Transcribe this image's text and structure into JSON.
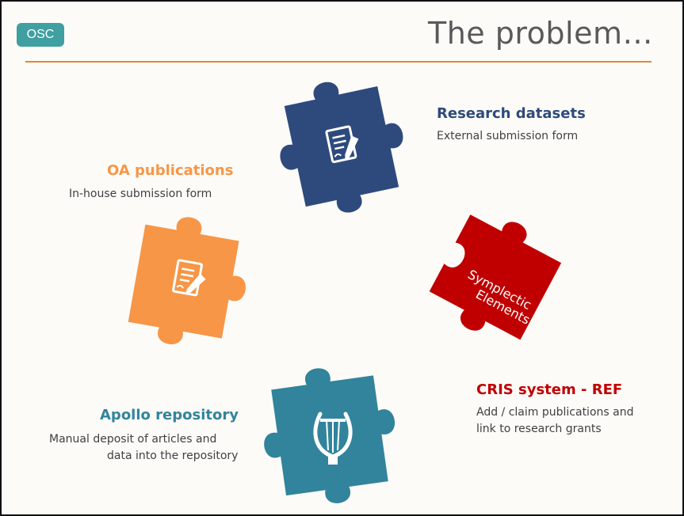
{
  "header": {
    "badge": "OSC",
    "title": "The problem…"
  },
  "pieces": {
    "research_datasets": {
      "heading": "Research datasets",
      "description": "External submission form",
      "color": "#2e4a7d"
    },
    "oa_publications": {
      "heading": "OA publications",
      "description": "In-house submission form",
      "color": "#f79646"
    },
    "symplectic": {
      "label_line1": "Symplectic",
      "label_line2": "Elements",
      "heading": "CRIS system - REF",
      "description_line1": "Add / claim publications and",
      "description_line2": "link to research grants",
      "color": "#c00000"
    },
    "apollo": {
      "heading": "Apollo repository",
      "description_line1": "Manual deposit of articles and",
      "description_line2": "data into the repository",
      "color": "#31849b"
    }
  },
  "icons": {
    "document": "document-pen-icon",
    "lyre": "lyre-icon"
  }
}
